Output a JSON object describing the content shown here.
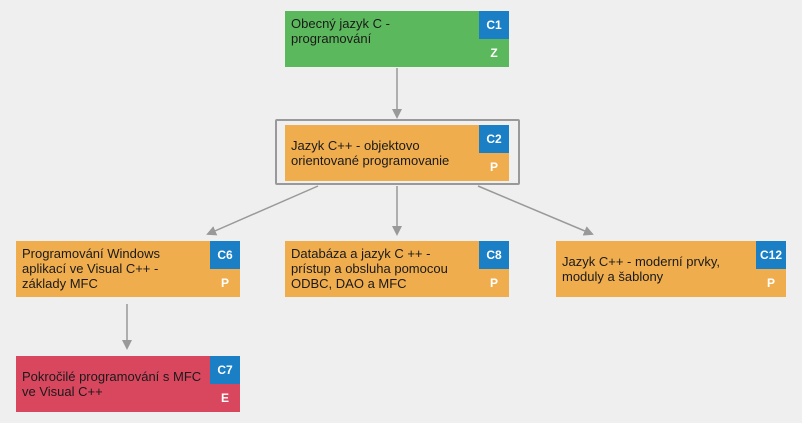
{
  "nodes": {
    "c1": {
      "label": "Obecný jazyk C - programování",
      "code": "C1",
      "type": "Z"
    },
    "c2": {
      "label": "Jazyk C++ - objektovo orientované programovanie",
      "code": "C2",
      "type": "P"
    },
    "c6": {
      "label": "Programování Windows aplikací ve Visual C++ - základy MFC",
      "code": "C6",
      "type": "P"
    },
    "c8": {
      "label": "Databáza a jazyk C ++ - prístup a obsluha pomocou ODBC, DAO a MFC",
      "code": "C8",
      "type": "P"
    },
    "c12": {
      "label": "Jazyk C++ - moderní prvky, moduly a šablony",
      "code": "C12",
      "type": "P"
    },
    "c7": {
      "label": "Pokročilé programování s MFC ve Visual C++",
      "code": "C7",
      "type": "E"
    }
  },
  "colors": {
    "green": "#5cb85c",
    "orange": "#f0ad4e",
    "red": "#d9475f",
    "code_badge": "#1a7fc4",
    "edge": "#999999"
  }
}
